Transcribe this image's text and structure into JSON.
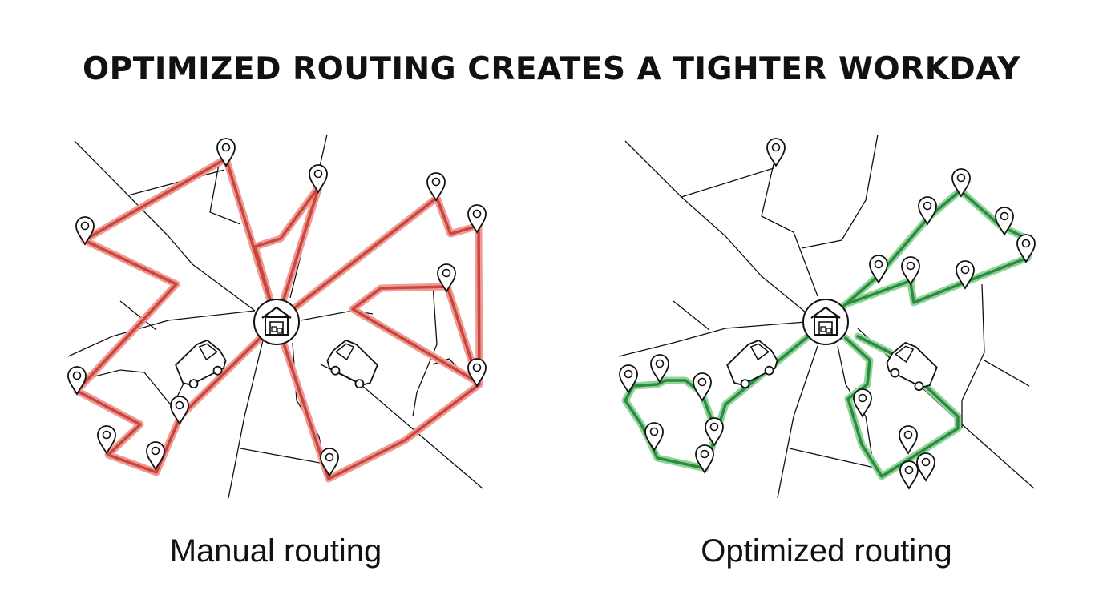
{
  "title": "OPTIMIZED ROUTING CREATES A TIGHTER WORKDAY",
  "panels": [
    {
      "caption": "Manual routing",
      "route_color": "#c9463d",
      "route_glow": "#ef9a94"
    },
    {
      "caption": "Optimized routing",
      "route_color": "#2e8b3e",
      "route_glow": "#8fd49a"
    }
  ],
  "icons": {
    "depot": "warehouse-icon",
    "vehicle": "delivery-van-icon",
    "stop": "map-pin-icon"
  }
}
